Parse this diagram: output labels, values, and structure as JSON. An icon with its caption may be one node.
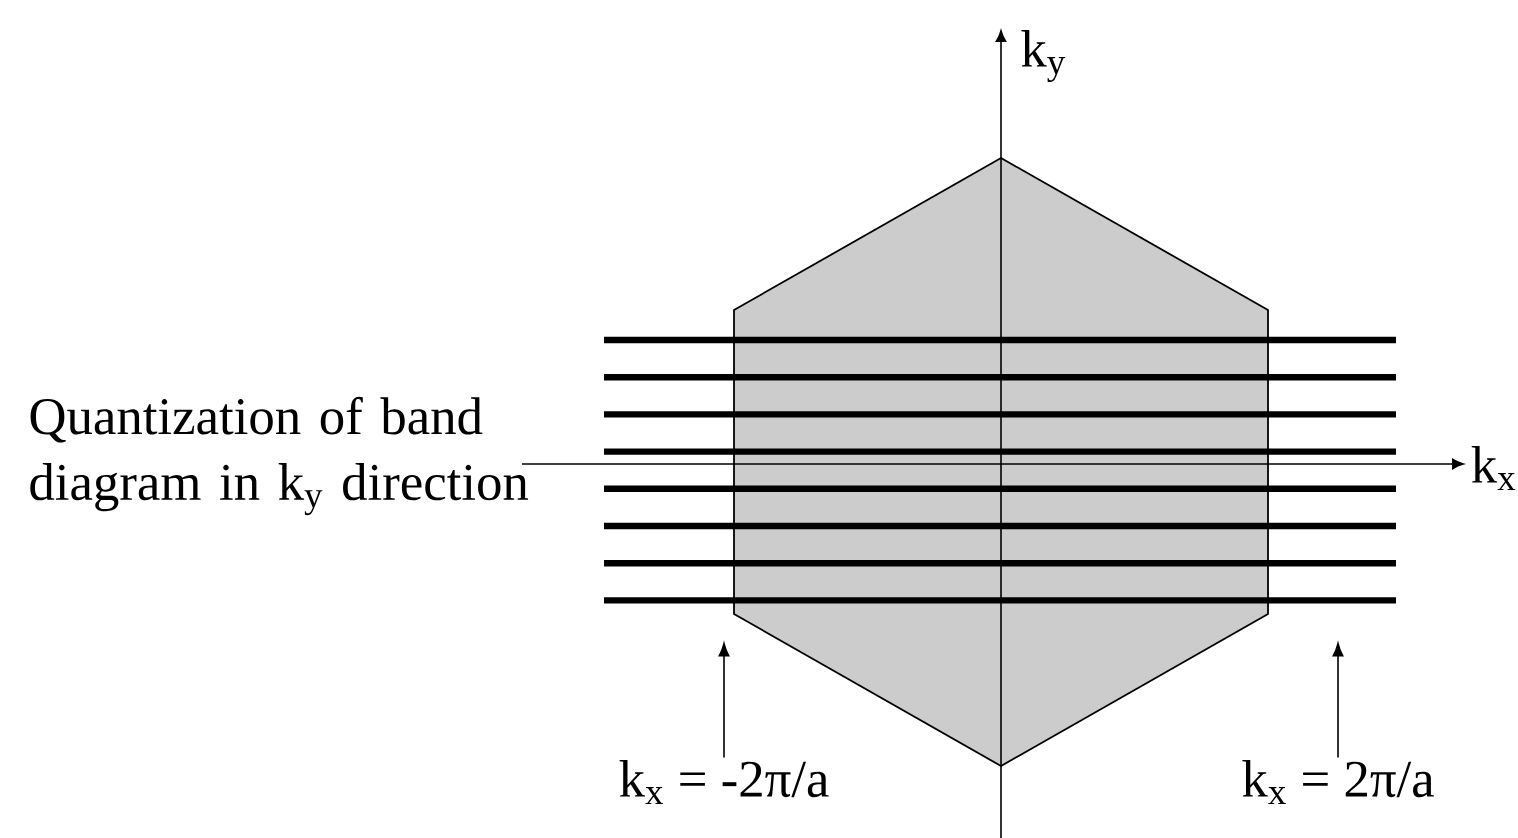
{
  "diagram": {
    "nodes": [
      {
        "text": [],
        "shape": "hexagon"
      },
      {
        "text": [
          "k$_{x}$ = -2π/a"
        ]
      },
      {
        "text": [
          "k$_{x}$ = 2π/a"
        ]
      }
    ],
    "edges": [
      {
        "from": 1,
        "to": 0,
        "arrow": "to"
      },
      {
        "from": 2,
        "to": 0,
        "arrow": "to"
      }
    ],
    "labels": [
      "k$_{y}$",
      "Quantization of band diagram in k$_{y}$ direction",
      "k$_{x}$"
    ]
  }
}
